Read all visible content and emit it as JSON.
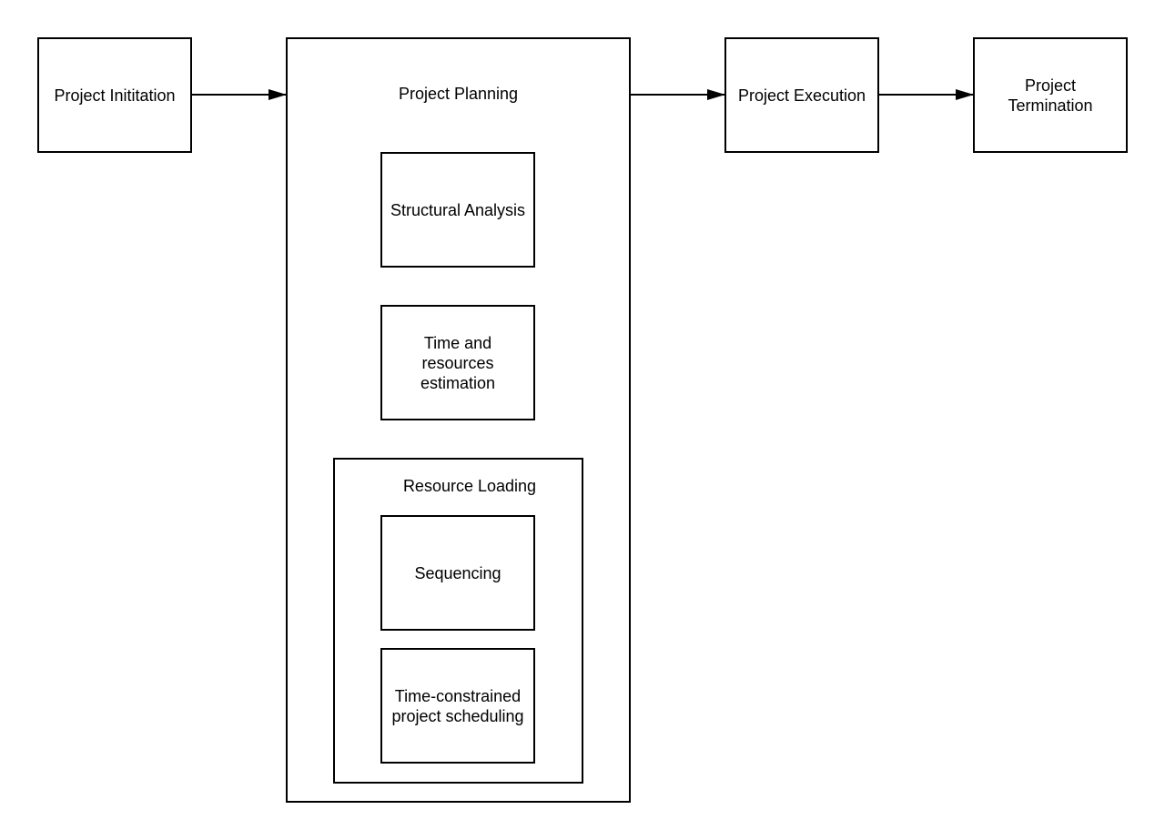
{
  "nodes": {
    "initiation": "Project Inititation",
    "planning": "Project Planning",
    "structural_analysis": "Structural Analysis",
    "time_resources": "Time and resources estimation",
    "resource_loading": "Resource Loading",
    "sequencing": "Sequencing",
    "time_constrained": "Time-constrained project scheduling",
    "execution": "Project Execution",
    "termination": "Project Termination"
  },
  "edges": [
    {
      "from": "initiation",
      "to": "planning"
    },
    {
      "from": "planning",
      "to": "execution"
    },
    {
      "from": "execution",
      "to": "termination"
    }
  ],
  "colors": {
    "stroke": "#000000",
    "background": "#ffffff"
  }
}
